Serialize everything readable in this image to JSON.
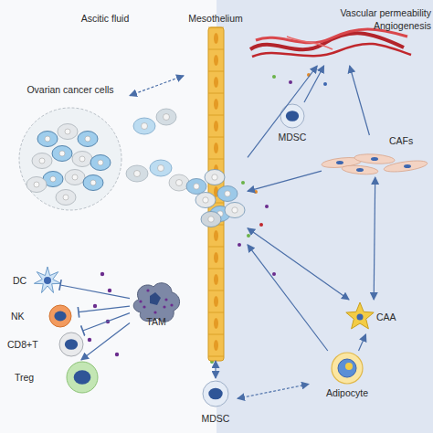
{
  "diagram": {
    "nodes": [
      {
        "text": [
          "Mesothelium"
        ]
      },
      {
        "text": [
          "Vascular permeability",
          "Angiogenesis"
        ]
      },
      {
        "text": [
          "Ovarian cancer cells"
        ]
      },
      {
        "text": [
          "MDSC"
        ]
      },
      {
        "text": [
          "CAFs"
        ]
      },
      {
        "text": [
          "TAM"
        ]
      },
      {
        "text": [
          "DC"
        ]
      },
      {
        "text": [
          "NK"
        ]
      },
      {
        "text": [
          "CD8+T"
        ]
      },
      {
        "text": [
          "Treg"
        ]
      },
      {
        "text": [
          "CAA"
        ]
      },
      {
        "text": [
          "Adipocyte"
        ]
      },
      {
        "text": [
          "MDSC"
        ]
      }
    ],
    "edges": [
      {
        "from": 5,
        "to": 6,
        "arrow": "to"
      },
      {
        "from": 5,
        "to": 7,
        "arrow": "to"
      },
      {
        "from": 5,
        "to": 8,
        "arrow": "to"
      },
      {
        "from": 5,
        "to": 9,
        "arrow": "to"
      },
      {
        "from": 2,
        "to": 0,
        "arrow": "both"
      },
      {
        "from": 3,
        "to": 1,
        "arrow": "to"
      },
      {
        "from": 4,
        "to": 1,
        "arrow": "to"
      },
      {
        "from": 0,
        "to": 1,
        "arrow": "to"
      },
      {
        "from": 4,
        "to": 0,
        "arrow": "to"
      },
      {
        "from": 0,
        "to": 10,
        "arrow": "both"
      },
      {
        "from": 4,
        "to": 10,
        "arrow": "both"
      },
      {
        "from": 11,
        "to": 0,
        "arrow": "to"
      },
      {
        "from": 11,
        "to": 10,
        "arrow": "to"
      },
      {
        "from": 0,
        "to": 12,
        "arrow": "both"
      },
      {
        "from": 12,
        "to": 11,
        "arrow": "both"
      }
    ],
    "labels": [
      "Ascitic fluid"
    ]
  }
}
